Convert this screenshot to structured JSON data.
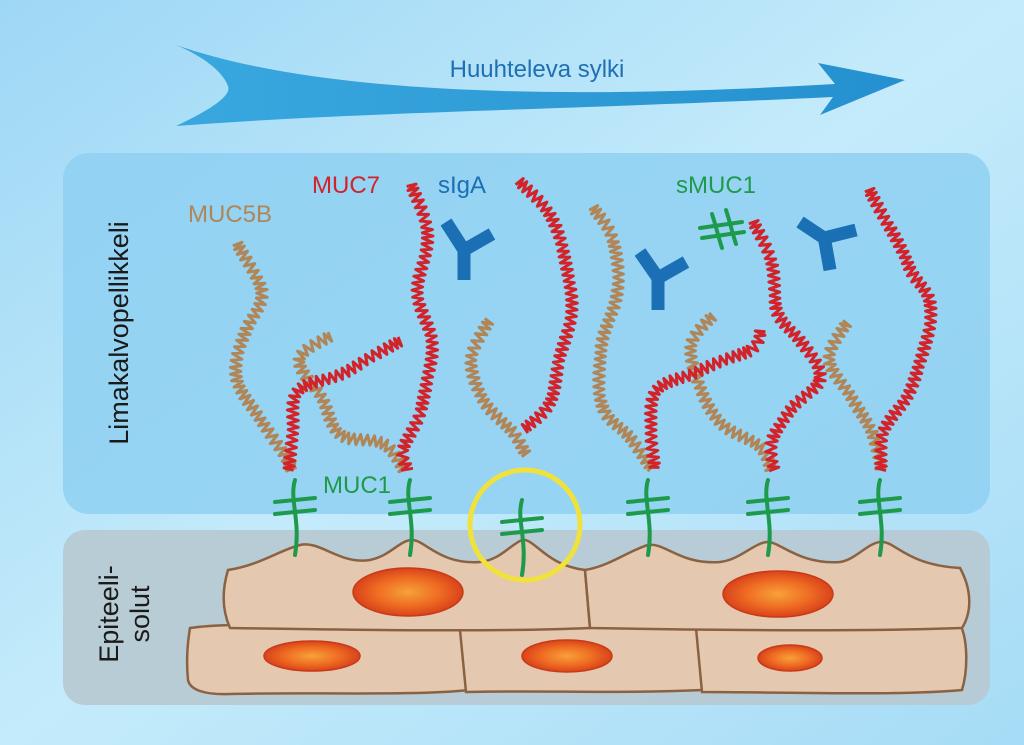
{
  "flow": {
    "label": "Huuhteleva sylki"
  },
  "regions": {
    "mucus_layer": {
      "label": "Limakalvopellikkeli"
    },
    "epithelium": {
      "label_line1": "Epiteeli-",
      "label_line2": "solut"
    }
  },
  "molecules": {
    "muc5b": {
      "label": "MUC5B"
    },
    "muc7": {
      "label": "MUC7"
    },
    "siga": {
      "label": "sIgA"
    },
    "smuc1": {
      "label": "sMUC1"
    },
    "muc1": {
      "label": "MUC1"
    }
  },
  "colors": {
    "background": "#aee0f8",
    "arrow": "#2b9bd6",
    "mucus_panel": "#8fd0f2",
    "epithelium_panel": "#b7c9d2",
    "cell_fill": "#e4c8b0",
    "cell_stroke": "#8a6242",
    "nucleus": "#e8541e",
    "muc5b": "#b08658",
    "muc7": "#d2232a",
    "siga": "#1a6fb5",
    "muc1": "#1e9a4c",
    "highlight": "#f1e23b",
    "label_text": "#1a1a1a"
  }
}
